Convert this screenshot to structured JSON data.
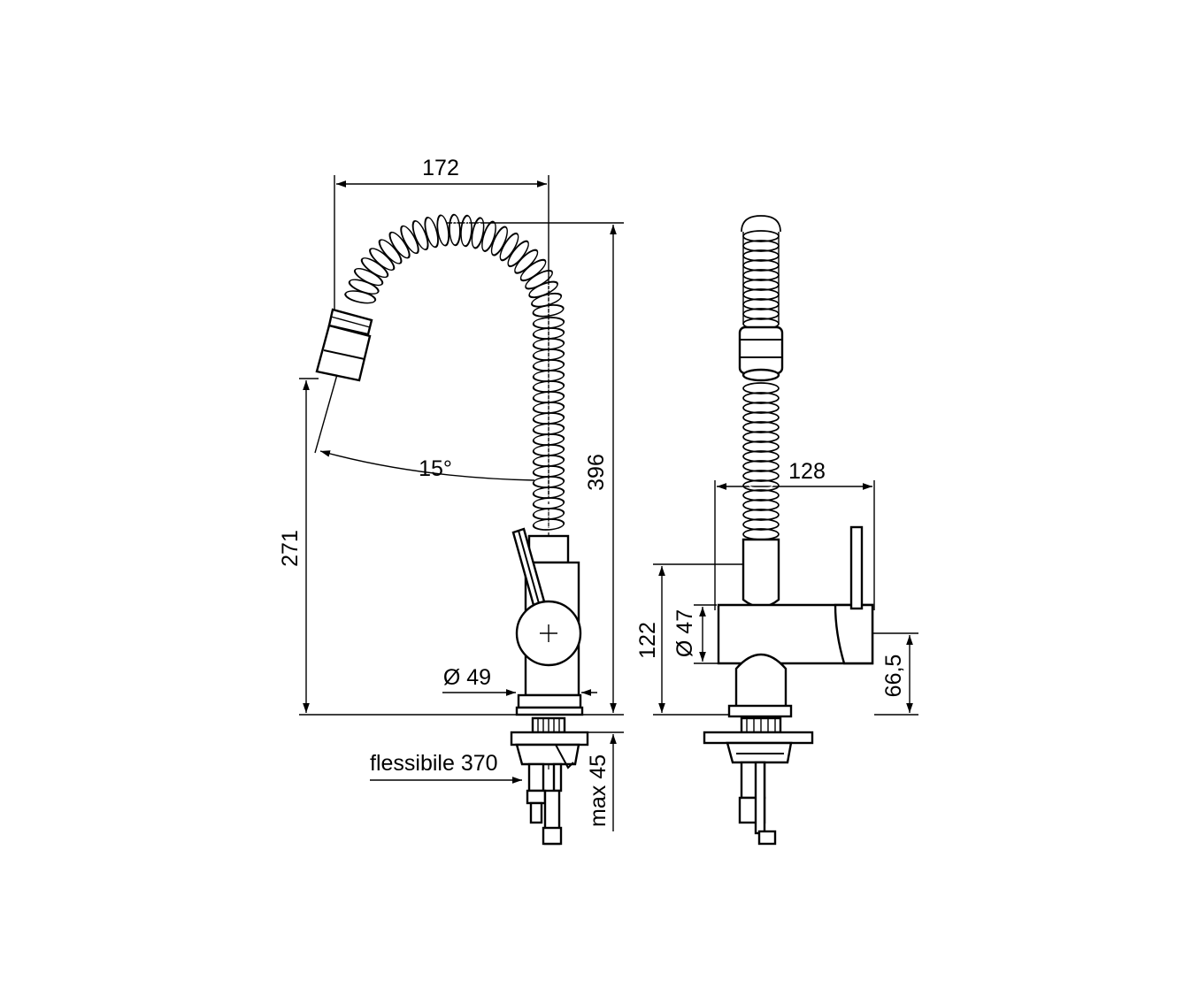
{
  "dimensions": {
    "side_view": {
      "width_172": "172",
      "height_396": "396",
      "height_271": "271",
      "angle_15": "15°",
      "diameter_49": "Ø 49",
      "hose_label": "flessibile 370",
      "max_45": "max 45"
    },
    "front_view": {
      "width_128": "128",
      "height_122": "122",
      "diameter_47": "Ø 47",
      "height_66_5": "66,5"
    }
  }
}
